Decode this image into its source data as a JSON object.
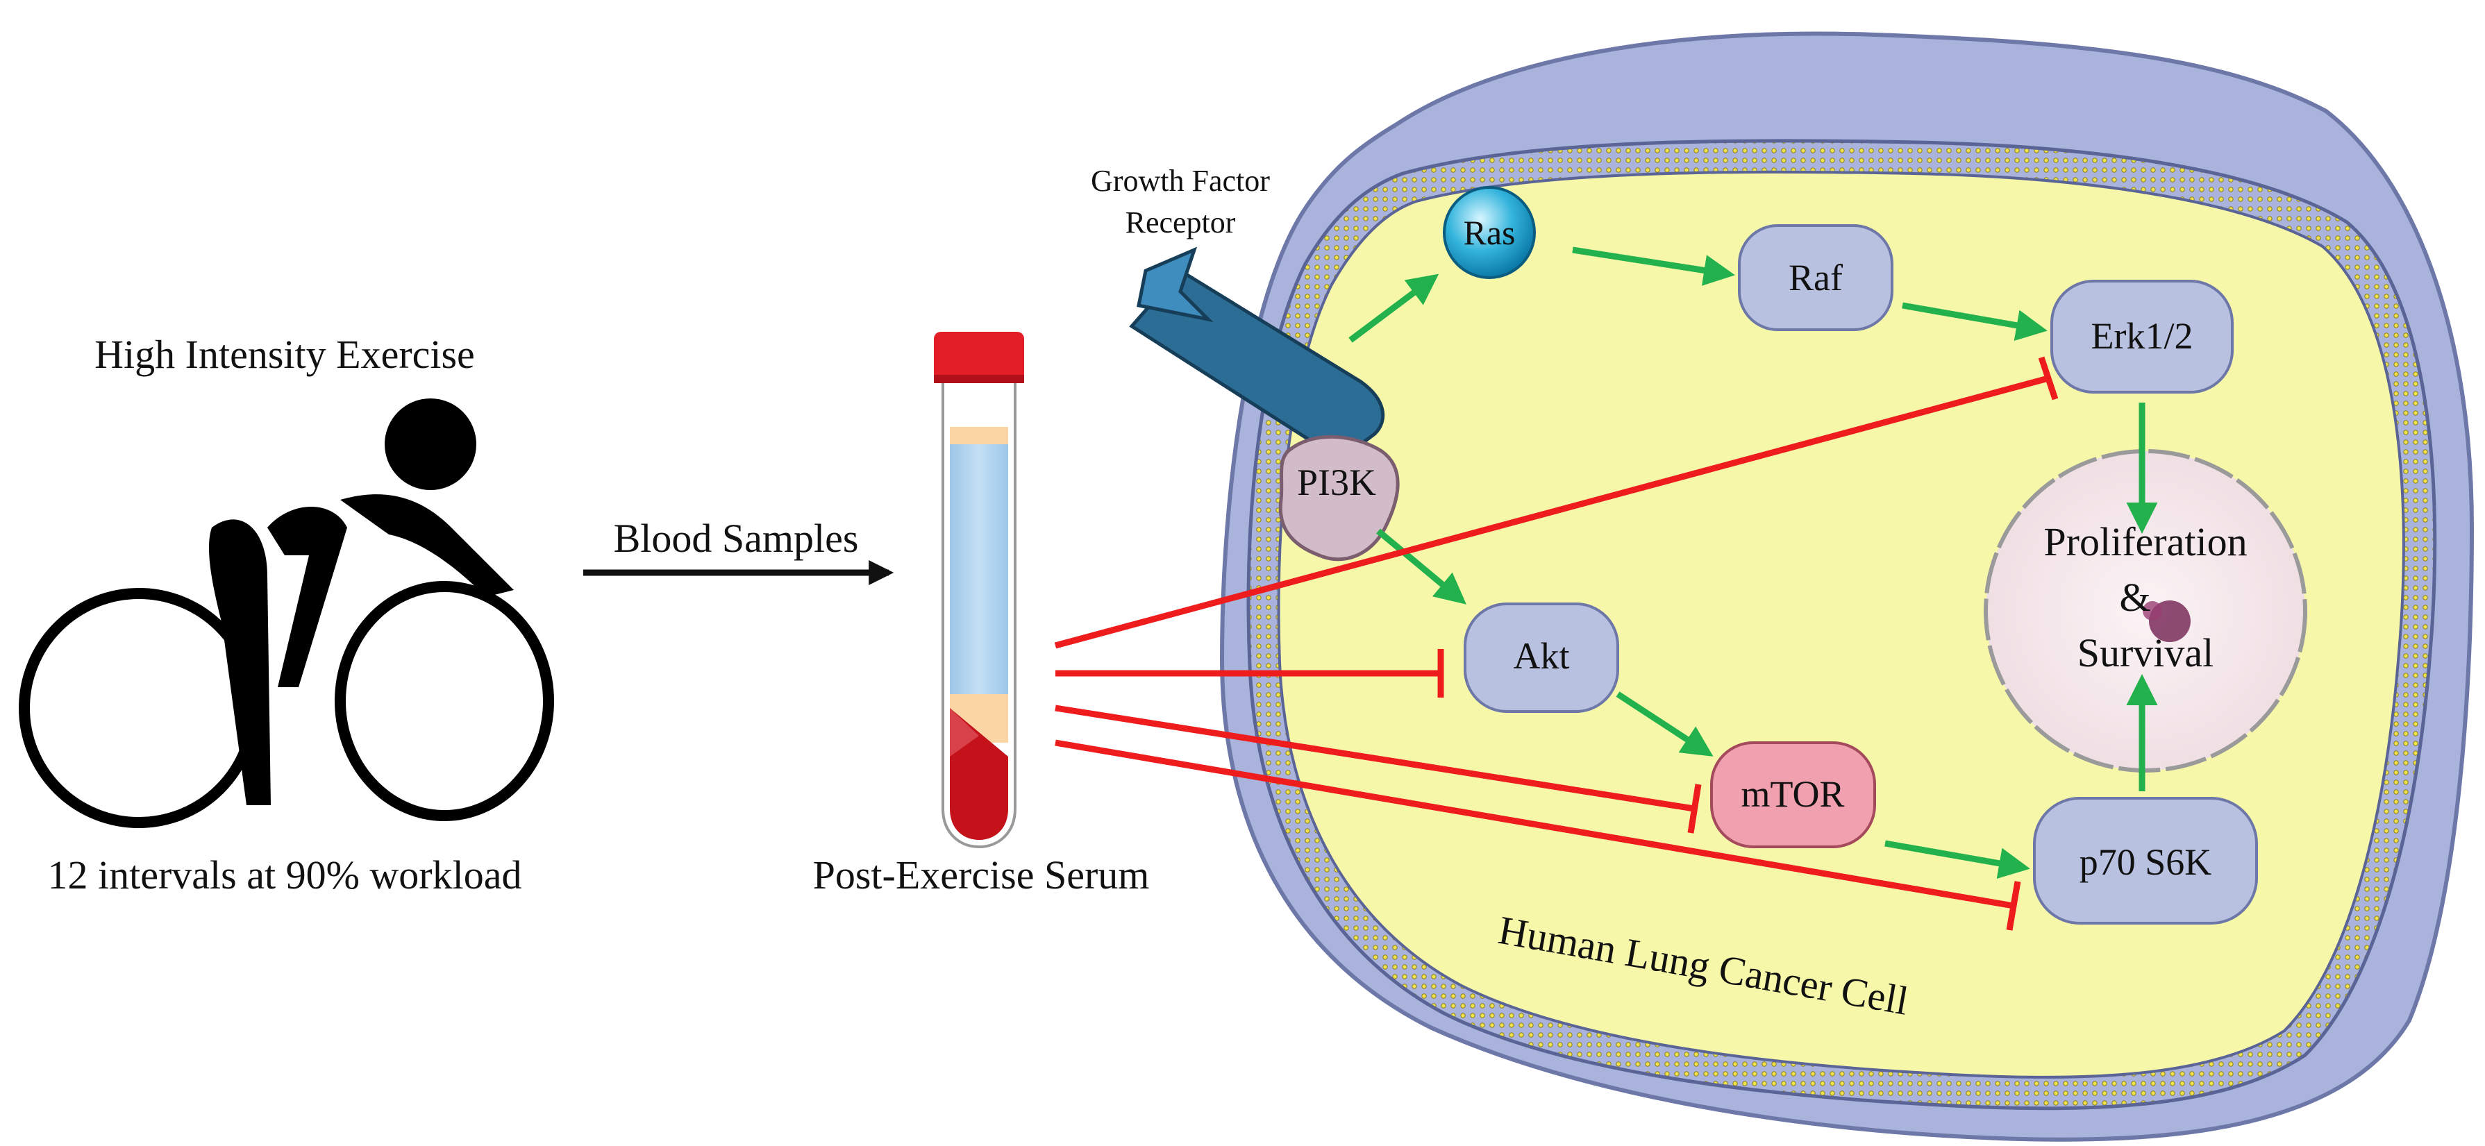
{
  "exercise": {
    "title": "High Intensity Exercise",
    "subtitle": "12 intervals at 90% workload"
  },
  "blood_samples_label": "Blood Samples",
  "serum_label": "Post-Exercise Serum",
  "receptor_label": [
    "Growth Factor",
    "Receptor"
  ],
  "cell_label": "Human Lung Cancer Cell",
  "nodes": {
    "ras": "Ras",
    "raf": "Raf",
    "erk": "Erk1/2",
    "pi3k": "PI3K",
    "akt": "Akt",
    "mtor": "mTOR",
    "p70": "p70 S6K"
  },
  "outcome": {
    "line1": "Proliferation",
    "line2": "&",
    "line3": "Survival"
  },
  "colors": {
    "activation": "#22b14c",
    "inhibition": "#ee1c1c",
    "protein": "#b8c2e0",
    "mtor": "#f0a0ae",
    "cytoplasm": "#f6f7a8",
    "membrane_outer": "#a9b3dc",
    "blood": "#c4121a",
    "cap": "#e41e26"
  }
}
